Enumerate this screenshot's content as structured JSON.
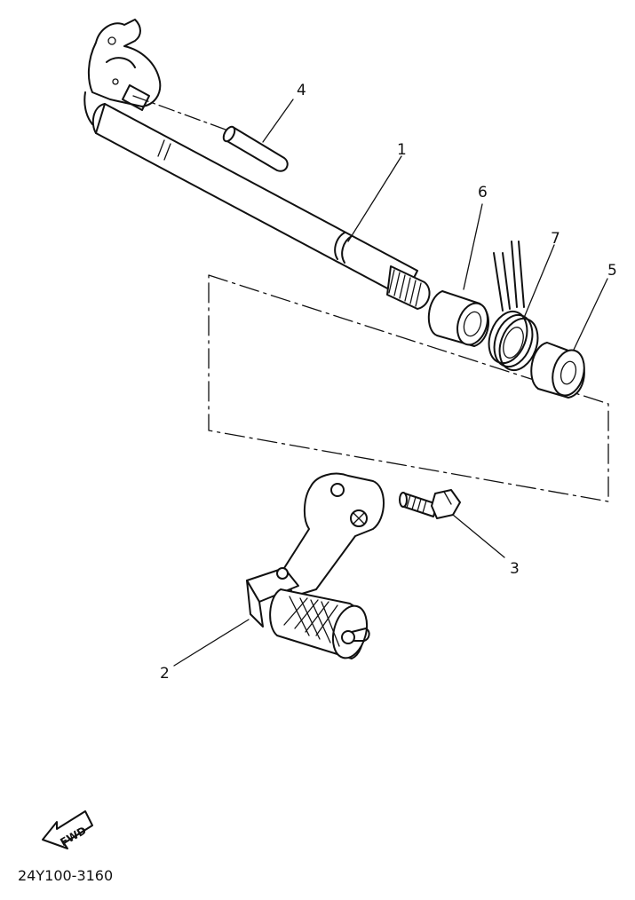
{
  "callouts": {
    "part_1": "1",
    "part_2": "2",
    "part_3": "3",
    "part_4": "4",
    "part_5": "5",
    "part_6": "6",
    "part_7": "7"
  },
  "direction_marker": {
    "label": "FWD"
  },
  "diagram_number": "24Y100-3160"
}
